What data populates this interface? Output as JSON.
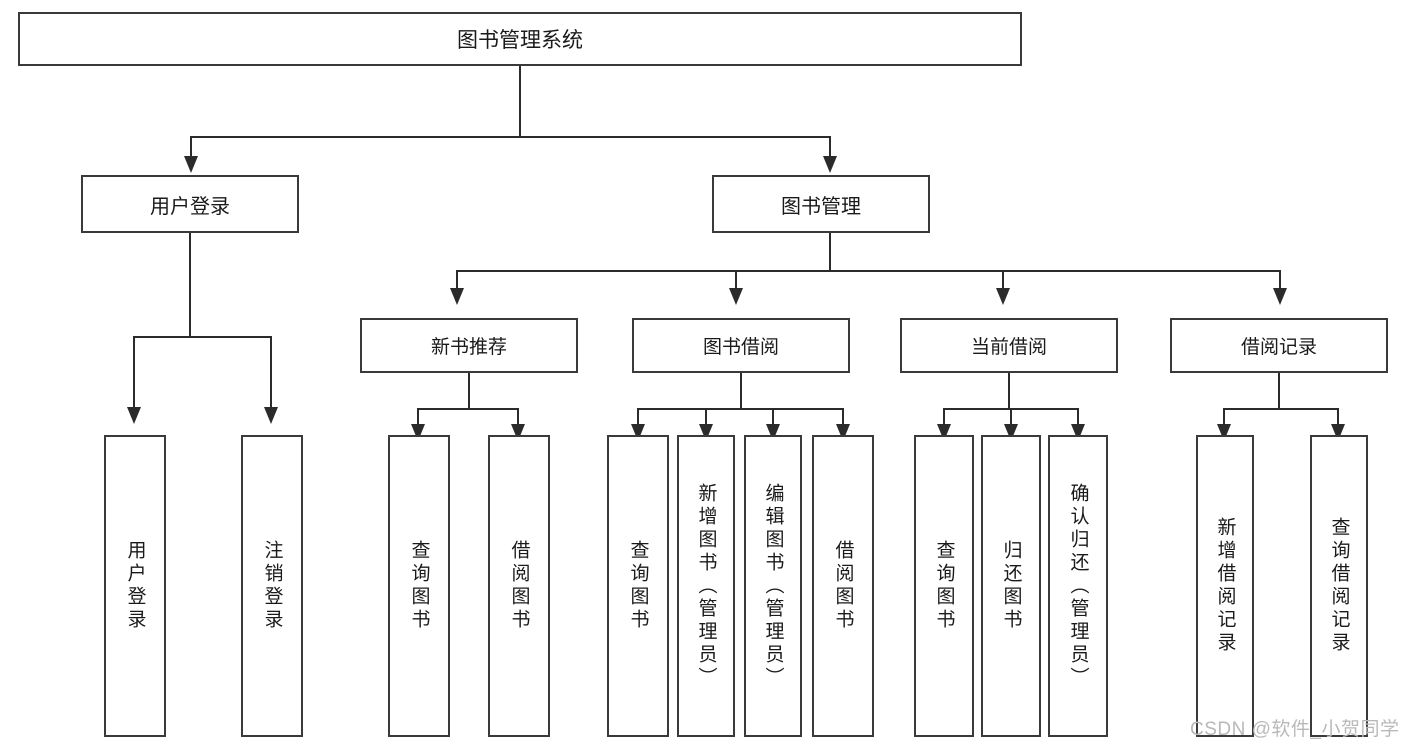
{
  "diagram": {
    "title": "图书管理系统",
    "type": "tree",
    "root": {
      "label": "图书管理系统"
    },
    "level1": [
      {
        "label": "用户登录"
      },
      {
        "label": "图书管理"
      }
    ],
    "level2": [
      {
        "label": "新书推荐"
      },
      {
        "label": "图书借阅"
      },
      {
        "label": "当前借阅"
      },
      {
        "label": "借阅记录"
      }
    ],
    "leaves": {
      "user_login": [
        {
          "label": "用户登录"
        },
        {
          "label": "注销登录"
        }
      ],
      "new_book_recommend": [
        {
          "label": "查询图书"
        },
        {
          "label": "借阅图书"
        }
      ],
      "book_borrow": [
        {
          "label": "查询图书"
        },
        {
          "label": "新增图书（管理员）"
        },
        {
          "label": "编辑图书（管理员）"
        },
        {
          "label": "借阅图书"
        }
      ],
      "current_borrow": [
        {
          "label": "查询图书"
        },
        {
          "label": "归还图书"
        },
        {
          "label": "确认归还（管理员）"
        }
      ],
      "borrow_record": [
        {
          "label": "新增借阅记录"
        },
        {
          "label": "查询借阅记录"
        }
      ]
    }
  },
  "watermark": {
    "text": "CSDN @软件_小贺同学"
  },
  "colors": {
    "border": "#3a3a3a",
    "connector": "#2b2b2b",
    "background": "#ffffff",
    "text": "#1a1a1a",
    "watermark": "#b9b9b9"
  }
}
